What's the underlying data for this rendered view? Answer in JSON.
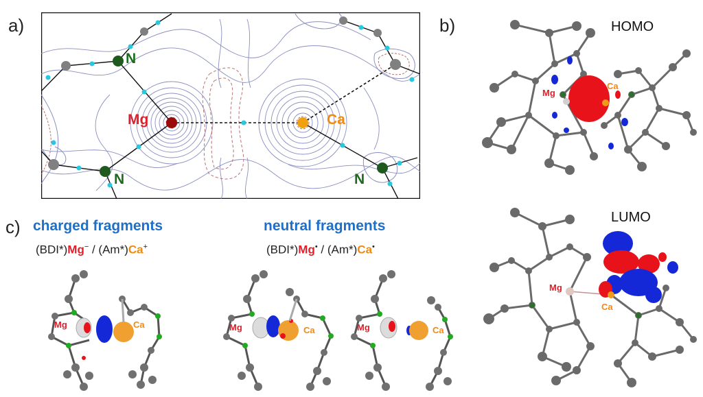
{
  "panels": {
    "a": {
      "label": "a)",
      "mg": "Mg",
      "ca": "Ca",
      "n": "N"
    },
    "b": {
      "label": "b)",
      "homo": "HOMO",
      "lumo": "LUMO",
      "mg": "Mg",
      "ca": "Ca"
    },
    "c": {
      "label": "c)",
      "charged_title": "charged fragments",
      "neutral_title": "neutral fragments",
      "charged_formula": {
        "bdi": "(BDI*)",
        "mg": "Mg",
        "mg_charge": "−",
        "sep": " / (Am*)",
        "ca": "Ca",
        "ca_charge": "+"
      },
      "neutral_formula": {
        "bdi": "(BDI*)",
        "mg": "Mg",
        "mg_charge": "•",
        "sep": " / (Am*)",
        "ca": "Ca",
        "ca_charge": "•"
      },
      "mg": "Mg",
      "ca": "Ca"
    }
  },
  "colors": {
    "mg": "#e0202a",
    "ca": "#ef8a12",
    "n": "#1e6b1e",
    "fragment_title": "#1f6fc8",
    "lobe_red": "#e8121a",
    "lobe_blue": "#1428d8"
  }
}
